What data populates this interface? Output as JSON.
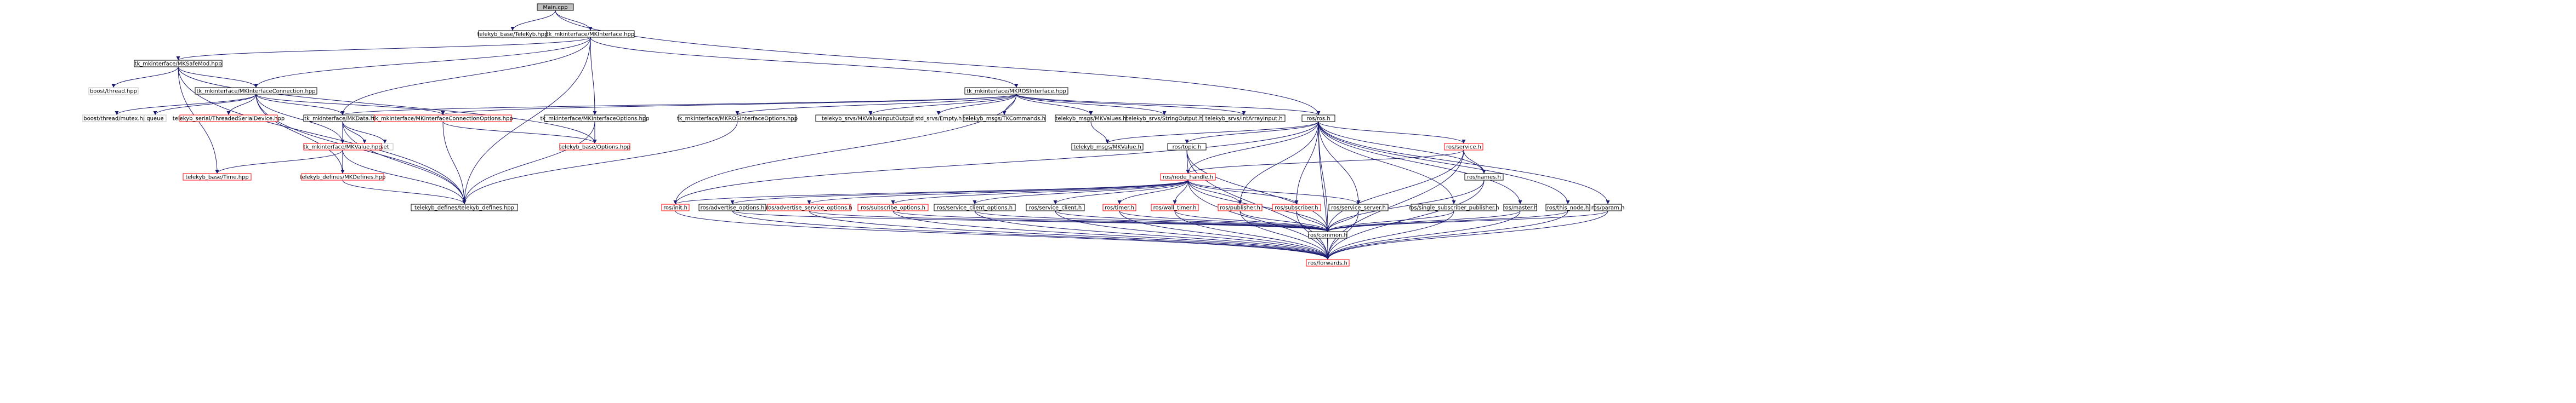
{
  "nodes": [
    {
      "id": "main",
      "label": "Main.cpp",
      "style": "root"
    },
    {
      "id": "teleyb",
      "label": "telekyb_base/TeleKyb.hpp",
      "style": "black"
    },
    {
      "id": "mkif",
      "label": "tk_mkinterface/MKInterface.hpp",
      "style": "black"
    },
    {
      "id": "safemod",
      "label": "tk_mkinterface/MKSafeMod.hpp",
      "style": "black"
    },
    {
      "id": "rosif",
      "label": "tk_mkinterface/MKROSInterface.hpp",
      "style": "black"
    },
    {
      "id": "boostthread",
      "label": "boost/thread.hpp",
      "style": "gray"
    },
    {
      "id": "conn",
      "label": "tk_mkinterface/MKInterfaceConnection.hpp",
      "style": "black"
    },
    {
      "id": "boostmutex",
      "label": "boost/thread/mutex.hpp",
      "style": "gray"
    },
    {
      "id": "queue",
      "label": "queue",
      "style": "gray"
    },
    {
      "id": "serial",
      "label": "telekyb_serial/ThreadedSerialDevice.hpp",
      "style": "red"
    },
    {
      "id": "mkdata",
      "label": "tk_mkinterface/MKData.hpp",
      "style": "black"
    },
    {
      "id": "connopt",
      "label": "tk_mkinterface/MKInterfaceConnectionOptions.hpp",
      "style": "red"
    },
    {
      "id": "mkifopt",
      "label": "tk_mkinterface/MKInterfaceOptions.hpp",
      "style": "black"
    },
    {
      "id": "rosifopt",
      "label": "tk_mkinterface/MKROSInterfaceOptions.hpp",
      "style": "black"
    },
    {
      "id": "srvvo",
      "label": "telekyb_srvs/MKValueInputOutput.h",
      "style": "black"
    },
    {
      "id": "stdempty",
      "label": "std_srvs/Empty.h",
      "style": "gray"
    },
    {
      "id": "tkcmd",
      "label": "telekyb_msgs/TKCommands.h",
      "style": "black"
    },
    {
      "id": "msgvals",
      "label": "telekyb_msgs/MKValues.h",
      "style": "black"
    },
    {
      "id": "srvstr",
      "label": "telekyb_srvs/StringOutput.h",
      "style": "black"
    },
    {
      "id": "srvint",
      "label": "telekyb_srvs/IntArrayInput.h",
      "style": "black"
    },
    {
      "id": "rosros",
      "label": "ros/ros.h",
      "style": "black"
    },
    {
      "id": "map",
      "label": "map",
      "style": "gray"
    },
    {
      "id": "set",
      "label": "set",
      "style": "gray"
    },
    {
      "id": "mkvalue",
      "label": "tk_mkinterface/MKValue.hpp",
      "style": "red"
    },
    {
      "id": "options",
      "label": "telekyb_base/Options.hpp",
      "style": "red"
    },
    {
      "id": "msgval",
      "label": "telekyb_msgs/MKValue.h",
      "style": "black"
    },
    {
      "id": "topic",
      "label": "ros/topic.h",
      "style": "black"
    },
    {
      "id": "service",
      "label": "ros/service.h",
      "style": "red"
    },
    {
      "id": "time",
      "label": "telekyb_base/Time.hpp",
      "style": "red"
    },
    {
      "id": "mkdefines",
      "label": "telekyb_defines/MKDefines.hpp",
      "style": "red"
    },
    {
      "id": "nodehandle",
      "label": "ros/node_handle.h",
      "style": "red"
    },
    {
      "id": "names",
      "label": "ros/names.h",
      "style": "black"
    },
    {
      "id": "tkdefines",
      "label": "telekyb_defines/telekyb_defines.hpp",
      "style": "black"
    },
    {
      "id": "init",
      "label": "ros/init.h",
      "style": "red"
    },
    {
      "id": "advopt",
      "label": "ros/advertise_options.h",
      "style": "black"
    },
    {
      "id": "advsrvopt",
      "label": "ros/advertise_service_options.h",
      "style": "red"
    },
    {
      "id": "subopt",
      "label": "ros/subscribe_options.h",
      "style": "red"
    },
    {
      "id": "srvcliopt",
      "label": "ros/service_client_options.h",
      "style": "black"
    },
    {
      "id": "srvcli",
      "label": "ros/service_client.h",
      "style": "black"
    },
    {
      "id": "timer",
      "label": "ros/timer.h",
      "style": "red"
    },
    {
      "id": "walltimer",
      "label": "ros/wall_timer.h",
      "style": "red"
    },
    {
      "id": "publisher",
      "label": "ros/publisher.h",
      "style": "red"
    },
    {
      "id": "subscriber",
      "label": "ros/subscriber.h",
      "style": "red"
    },
    {
      "id": "srvserver",
      "label": "ros/service_server.h",
      "style": "black"
    },
    {
      "id": "singlesub",
      "label": "ros/single_subscriber_publisher.h",
      "style": "black"
    },
    {
      "id": "master",
      "label": "ros/master.h",
      "style": "black"
    },
    {
      "id": "thisnode",
      "label": "ros/this_node.h",
      "style": "black"
    },
    {
      "id": "param",
      "label": "ros/param.h",
      "style": "black"
    },
    {
      "id": "common",
      "label": "ros/common.h",
      "style": "black"
    },
    {
      "id": "forwards",
      "label": "ros/forwards.h",
      "style": "red"
    }
  ],
  "edges": [
    [
      "main",
      "teleyb"
    ],
    [
      "main",
      "mkif"
    ],
    [
      "main",
      "rosros"
    ],
    [
      "mkif",
      "safemod"
    ],
    [
      "mkif",
      "conn"
    ],
    [
      "mkif",
      "mkdata"
    ],
    [
      "mkif",
      "mkifopt"
    ],
    [
      "mkif",
      "rosif"
    ],
    [
      "mkif",
      "tkdefines"
    ],
    [
      "safemod",
      "boostthread"
    ],
    [
      "safemod",
      "conn"
    ],
    [
      "safemod",
      "time"
    ],
    [
      "safemod",
      "options"
    ],
    [
      "safemod",
      "tkdefines"
    ],
    [
      "conn",
      "boostmutex"
    ],
    [
      "conn",
      "queue"
    ],
    [
      "conn",
      "serial"
    ],
    [
      "conn",
      "mkdata"
    ],
    [
      "conn",
      "connopt"
    ],
    [
      "conn",
      "mkvalue"
    ],
    [
      "conn",
      "mkdefines"
    ],
    [
      "conn",
      "tkdefines"
    ],
    [
      "rosif",
      "mkdata"
    ],
    [
      "rosif",
      "connopt"
    ],
    [
      "rosif",
      "rosifopt"
    ],
    [
      "rosif",
      "srvvo"
    ],
    [
      "rosif",
      "stdempty"
    ],
    [
      "rosif",
      "tkcmd"
    ],
    [
      "rosif",
      "msgvals"
    ],
    [
      "rosif",
      "srvstr"
    ],
    [
      "rosif",
      "srvint"
    ],
    [
      "rosif",
      "rosros"
    ],
    [
      "rosif",
      "init"
    ],
    [
      "mkdata",
      "map"
    ],
    [
      "mkdata",
      "set"
    ],
    [
      "mkdata",
      "mkvalue"
    ],
    [
      "mkdata",
      "tkdefines"
    ],
    [
      "connopt",
      "options"
    ],
    [
      "connopt",
      "tkdefines"
    ],
    [
      "mkifopt",
      "options"
    ],
    [
      "mkifopt",
      "tkdefines"
    ],
    [
      "rosifopt",
      "tkdefines"
    ],
    [
      "msgvals",
      "msgval"
    ],
    [
      "mkvalue",
      "time"
    ],
    [
      "mkvalue",
      "mkdefines"
    ],
    [
      "mkvalue",
      "tkdefines"
    ],
    [
      "mkdefines",
      "tkdefines"
    ],
    [
      "rosros",
      "msgval"
    ],
    [
      "rosros",
      "topic"
    ],
    [
      "rosros",
      "service"
    ],
    [
      "rosros",
      "names"
    ],
    [
      "rosros",
      "nodehandle"
    ],
    [
      "rosros",
      "init"
    ],
    [
      "rosros",
      "publisher"
    ],
    [
      "rosros",
      "subscriber"
    ],
    [
      "rosros",
      "srvserver"
    ],
    [
      "rosros",
      "singlesub"
    ],
    [
      "rosros",
      "master"
    ],
    [
      "rosros",
      "thisnode"
    ],
    [
      "rosros",
      "param"
    ],
    [
      "rosros",
      "common"
    ],
    [
      "rosros",
      "forwards"
    ],
    [
      "topic",
      "nodehandle"
    ],
    [
      "topic",
      "common"
    ],
    [
      "topic",
      "forwards"
    ],
    [
      "service",
      "nodehandle"
    ],
    [
      "service",
      "names"
    ],
    [
      "service",
      "common"
    ],
    [
      "service",
      "forwards"
    ],
    [
      "nodehandle",
      "init"
    ],
    [
      "nodehandle",
      "advopt"
    ],
    [
      "nodehandle",
      "advsrvopt"
    ],
    [
      "nodehandle",
      "subopt"
    ],
    [
      "nodehandle",
      "srvcliopt"
    ],
    [
      "nodehandle",
      "srvcli"
    ],
    [
      "nodehandle",
      "timer"
    ],
    [
      "nodehandle",
      "walltimer"
    ],
    [
      "nodehandle",
      "publisher"
    ],
    [
      "nodehandle",
      "subscriber"
    ],
    [
      "nodehandle",
      "srvserver"
    ],
    [
      "nodehandle",
      "common"
    ],
    [
      "nodehandle",
      "forwards"
    ],
    [
      "names",
      "common"
    ],
    [
      "names",
      "forwards"
    ],
    [
      "init",
      "forwards"
    ],
    [
      "advopt",
      "common"
    ],
    [
      "advopt",
      "forwards"
    ],
    [
      "advsrvopt",
      "common"
    ],
    [
      "advsrvopt",
      "forwards"
    ],
    [
      "subopt",
      "common"
    ],
    [
      "subopt",
      "forwards"
    ],
    [
      "srvcliopt",
      "common"
    ],
    [
      "srvcliopt",
      "forwards"
    ],
    [
      "srvcli",
      "common"
    ],
    [
      "srvcli",
      "forwards"
    ],
    [
      "timer",
      "common"
    ],
    [
      "timer",
      "forwards"
    ],
    [
      "walltimer",
      "common"
    ],
    [
      "walltimer",
      "forwards"
    ],
    [
      "publisher",
      "common"
    ],
    [
      "publisher",
      "forwards"
    ],
    [
      "subscriber",
      "common"
    ],
    [
      "subscriber",
      "forwards"
    ],
    [
      "srvserver",
      "common"
    ],
    [
      "srvserver",
      "forwards"
    ],
    [
      "singlesub",
      "common"
    ],
    [
      "singlesub",
      "forwards"
    ],
    [
      "master",
      "common"
    ],
    [
      "master",
      "forwards"
    ],
    [
      "thisnode",
      "common"
    ],
    [
      "thisnode",
      "forwards"
    ],
    [
      "param",
      "common"
    ],
    [
      "param",
      "forwards"
    ],
    [
      "common",
      "forwards"
    ]
  ],
  "colors": {
    "black": "#000000",
    "gray": "#bfbfbf",
    "red": "#ff0000",
    "root_fill": "#bfbfbf",
    "edge": "#191970"
  }
}
